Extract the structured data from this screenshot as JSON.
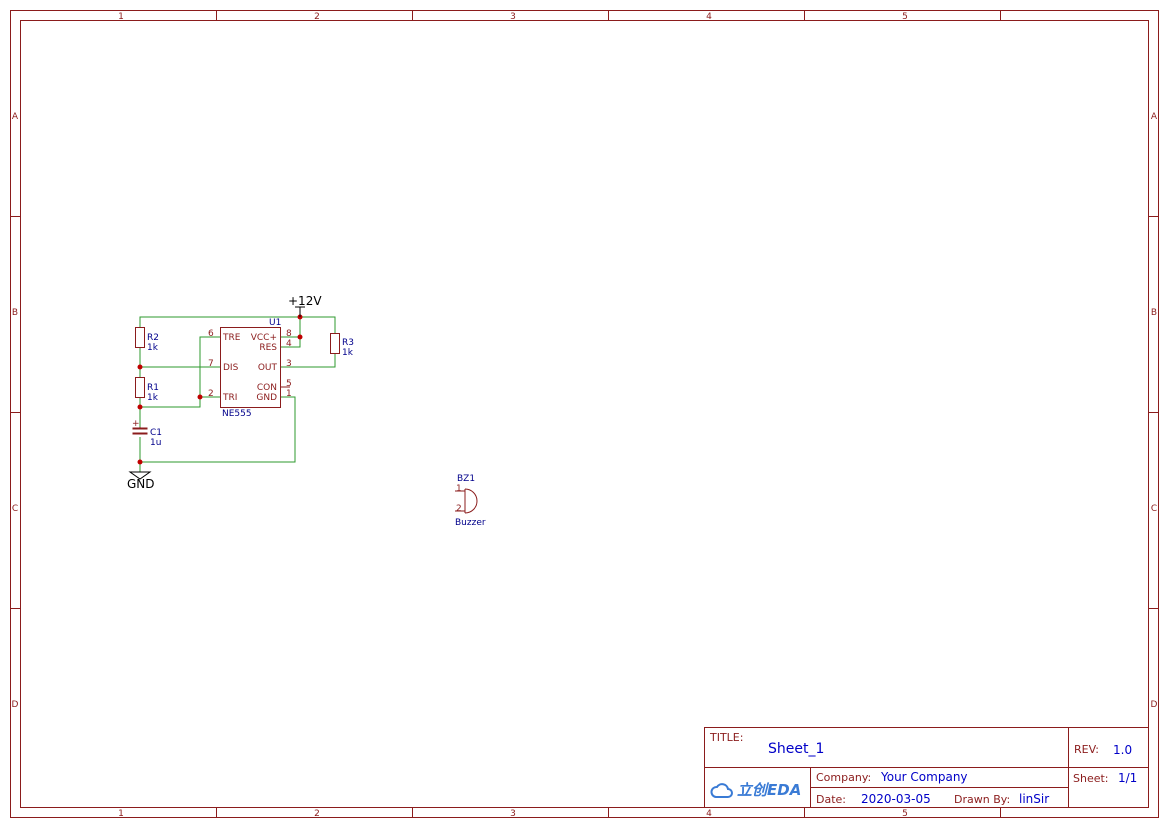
{
  "sheet": {
    "column_labels": [
      "1",
      "2",
      "3",
      "4",
      "5"
    ],
    "row_labels": [
      "A",
      "B",
      "C",
      "D"
    ]
  },
  "title_block": {
    "title_label": "TITLE:",
    "title_value": "Sheet_1",
    "rev_label": "REV:",
    "rev_value": "1.0",
    "company_label": "Company:",
    "company_value": "Your Company",
    "sheet_label": "Sheet:",
    "sheet_value": "1/1",
    "date_label": "Date:",
    "date_value": "2020-03-05",
    "drawn_by_label": "Drawn By:",
    "drawn_by_value": "linSir",
    "logo_text": "立创EDA"
  },
  "power": {
    "vcc_label": "+12V",
    "gnd_label": "GND"
  },
  "components": {
    "u1": {
      "ref": "U1",
      "value": "NE555",
      "pins": {
        "tre": {
          "name": "TRE",
          "num": "6"
        },
        "dis": {
          "name": "DIS",
          "num": "7"
        },
        "tri": {
          "name": "TRI",
          "num": "2"
        },
        "vcc": {
          "name": "VCC+",
          "num": "8"
        },
        "res": {
          "name": "RES",
          "num": "4"
        },
        "out": {
          "name": "OUT",
          "num": "3"
        },
        "con": {
          "name": "CON",
          "num": "5"
        },
        "gnd": {
          "name": "GND",
          "num": "1"
        }
      }
    },
    "r1": {
      "ref": "R1",
      "value": "1k"
    },
    "r2": {
      "ref": "R2",
      "value": "1k"
    },
    "r3": {
      "ref": "R3",
      "value": "1k"
    },
    "c1": {
      "ref": "C1",
      "value": "1u",
      "polarity": "+"
    },
    "bz1": {
      "ref": "BZ1",
      "value": "Buzzer",
      "pin1": "1",
      "pin2": "2"
    }
  },
  "colors": {
    "frame": "#8b1c1c",
    "wire": "#2e9a2e",
    "junction": "#c00000",
    "part_name": "#00008b",
    "title_value": "#0000c8"
  }
}
